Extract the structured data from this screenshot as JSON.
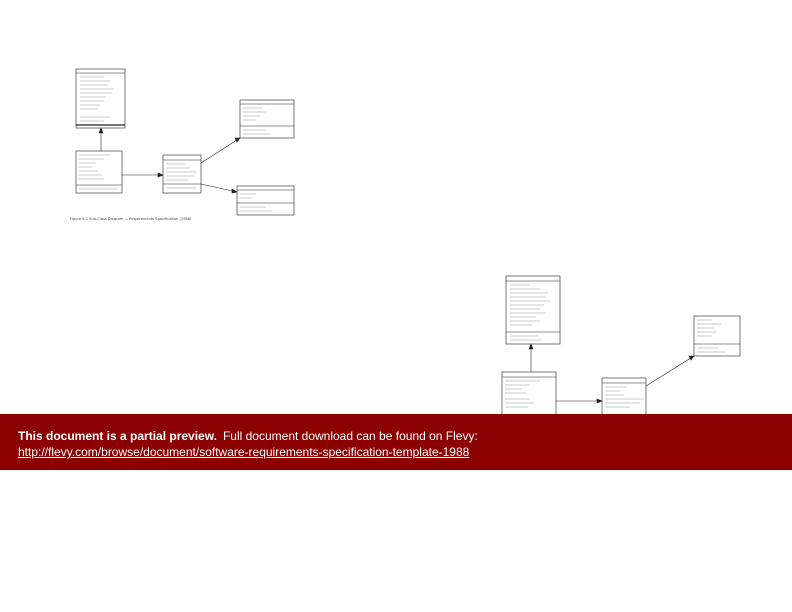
{
  "banner": {
    "bold_text": "This document is a partial preview.",
    "body_text": "Full document download can be found on Flevy:",
    "link_text": "http://flevy.com/browse/document/software-requirements-specification-template-1988"
  },
  "colors": {
    "banner_background": "#8b0000",
    "banner_text": "#ffffff",
    "page_background": "#ffffff"
  },
  "diagram_upper": {
    "caption": "Figure 4-1 Sub-Class Diagram — Requirements Specification (1988)"
  }
}
